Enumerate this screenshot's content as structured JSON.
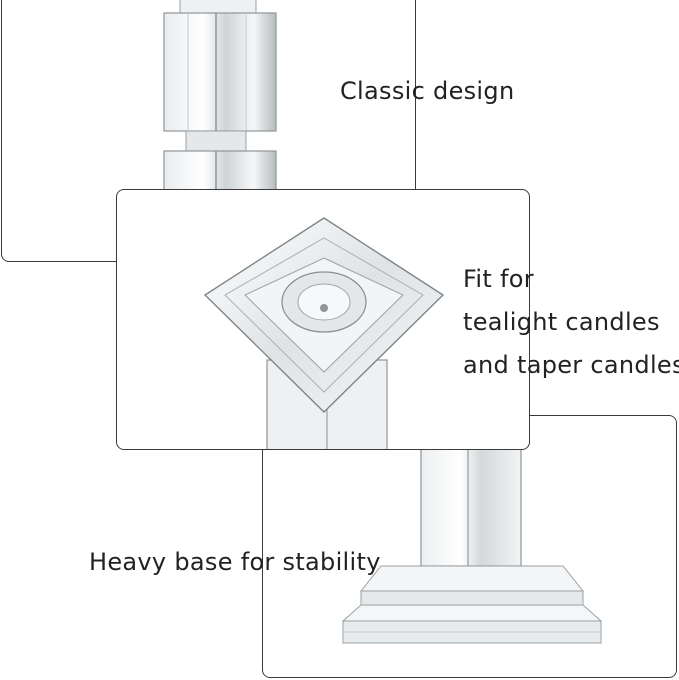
{
  "captions": {
    "classic": "Classic design",
    "fit_line1": "Fit for",
    "fit_line2": "tealight candles",
    "fit_line3": "and taper candles",
    "base": "Heavy base for stability"
  },
  "colors": {
    "border": "#3a3a3a",
    "text": "#222222",
    "glass_light": "#f4f6f7",
    "glass_mid": "#d6dadc",
    "glass_dark": "#9ea4a7"
  }
}
